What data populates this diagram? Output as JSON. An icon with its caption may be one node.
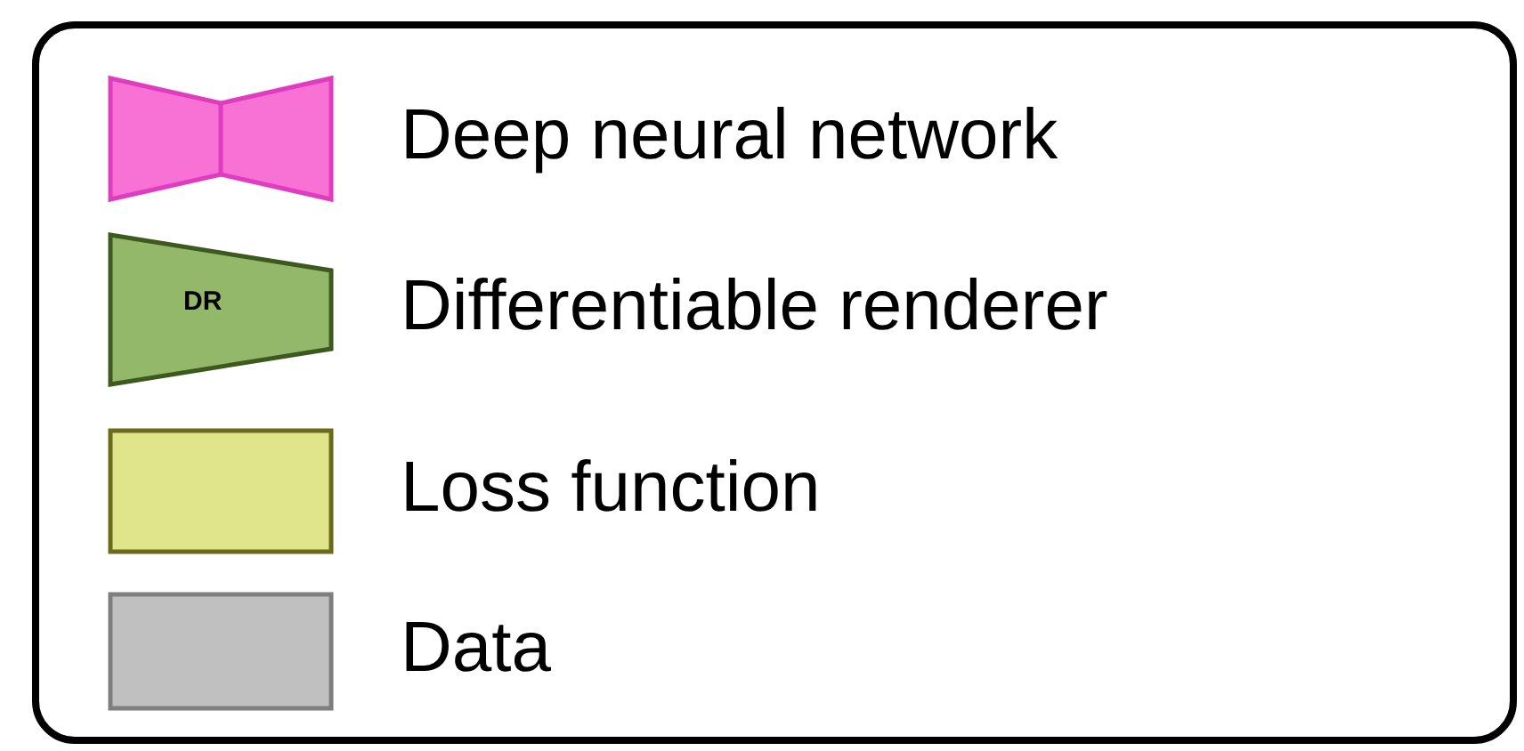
{
  "diagram": {
    "labels": [
      "DR"
    ],
    "legend": [
      {
        "text": "Deep neural network",
        "color": "#f872d6"
      },
      {
        "text": "Differentiable renderer",
        "color": "#93b86a"
      },
      {
        "text": "Loss function",
        "color": "#e0e48a"
      },
      {
        "text": "Data",
        "color": "#c0c0c0"
      }
    ]
  }
}
